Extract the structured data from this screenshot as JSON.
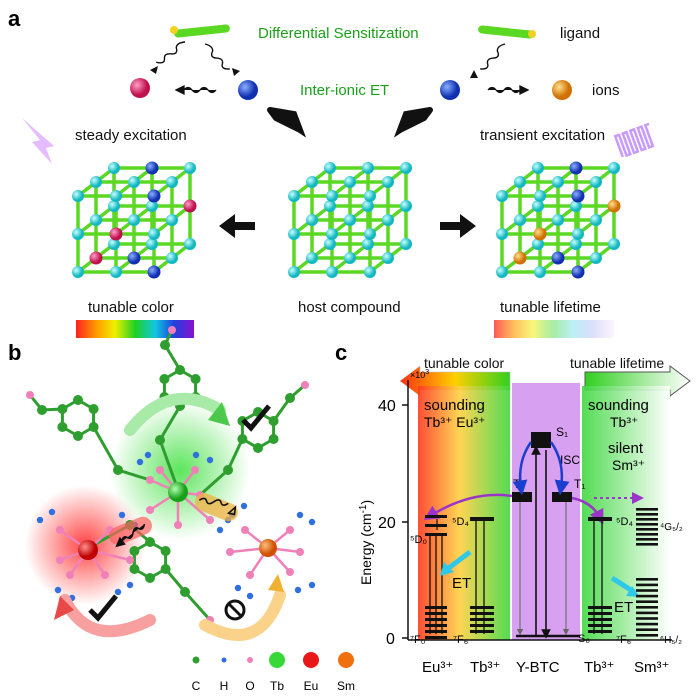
{
  "panel_a": {
    "letter": "a",
    "differential_sensitization": "Differential Sensitization",
    "ligand": "ligand",
    "inter_ionic_et": "Inter-ionic ET",
    "ions": "ions",
    "steady_excitation": "steady excitation",
    "transient_excitation": "transient excitation",
    "tunable_color": "tunable color",
    "host_compound": "host compound",
    "tunable_lifetime": "tunable lifetime"
  },
  "panel_b": {
    "letter": "b",
    "legend": [
      {
        "label": "C",
        "color": "#2e9e2e"
      },
      {
        "label": "H",
        "color": "#2f6fe0"
      },
      {
        "label": "O",
        "color": "#f080b8"
      },
      {
        "label": "Tb",
        "color": "#38d838"
      },
      {
        "label": "Eu",
        "color": "#e81818"
      },
      {
        "label": "Sm",
        "color": "#f07010"
      }
    ]
  },
  "panel_c": {
    "letter": "c",
    "tunable_color": "tunable color",
    "tunable_lifetime": "tunable lifetime",
    "ylabel": "Energy (cm",
    "ylabel_sup": "-1",
    "ylabel_end": ")",
    "ylabel_factor": "×10",
    "ylabel_factor_sup": "3",
    "ytick_40": "40",
    "ytick_20": "20",
    "ytick_0": "0",
    "sounding_left_1": "sounding",
    "sounding_left_2": "Tb³⁺ Eu³⁺",
    "sounding_right_1": "sounding",
    "sounding_right_2": "Tb³⁺",
    "silent_1": "silent",
    "silent_2": "Sm³⁺",
    "s1": "S₁",
    "isc": "ISC",
    "t1": "T₁",
    "t1b": "T₁",
    "s0": "S₀",
    "d0": "⁵D₀",
    "d4_left": "⁵D₄",
    "d4_right": "⁵D₄",
    "g52": "⁴G₅/₂",
    "f0": "⁷F₀",
    "f6_left": "⁷F₆",
    "f6_right": "⁷F₆",
    "h52": "⁶H₅/₂",
    "et_left": "ET",
    "et_right": "ET",
    "col_eu": "Eu³⁺",
    "col_tb_left": "Tb³⁺",
    "col_ybtc": "Y-BTC",
    "col_tb_right": "Tb³⁺",
    "col_sm": "Sm³⁺"
  },
  "colors": {
    "lattice": "#5ad822",
    "host_atom": "#22d8d0",
    "eu": "#e0186a",
    "tb": "#1f4fd8",
    "sm": "#f09a10",
    "accent_green": "#1aa01a",
    "purple": "#9b34c8"
  }
}
